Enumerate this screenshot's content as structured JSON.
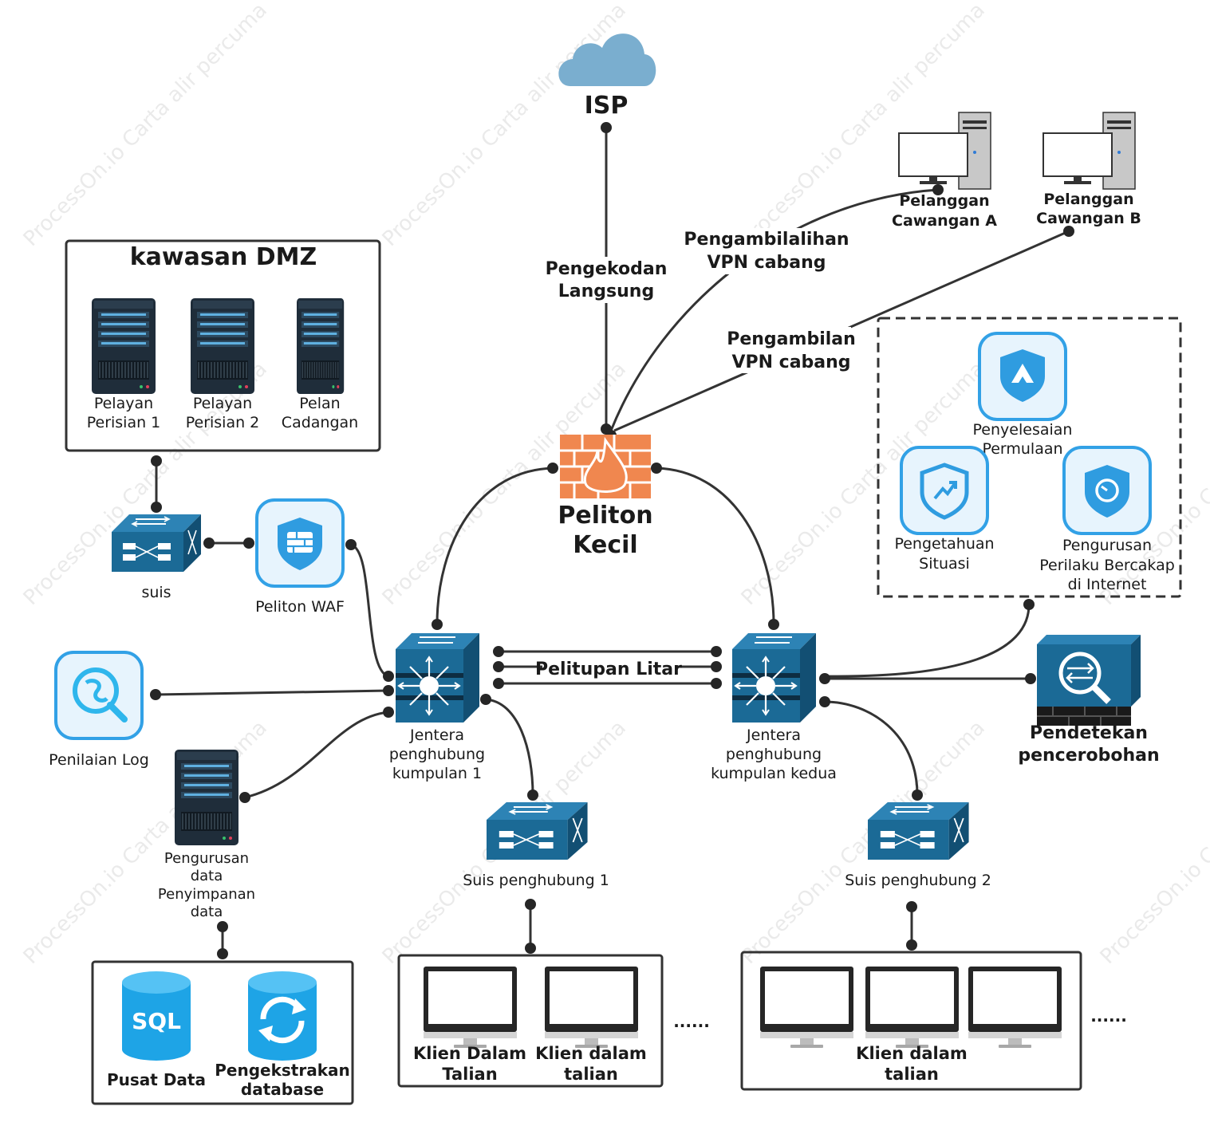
{
  "title": "",
  "watermark": "ProcessOn.io Carta alir percuma",
  "colors": {
    "accent_blue": "#1b6a96",
    "cloud": "#7aaecf",
    "firewall": "#f0874f",
    "security_blue": "#2f9ce0",
    "line": "#333333"
  },
  "nodes": {
    "isp": {
      "label": "ISP",
      "icon": "cloud-icon"
    },
    "firewall": {
      "line1": "Peliton",
      "line2": "Kecil",
      "icon": "firewall-icon"
    },
    "branch_a": {
      "line1": "Pelanggan",
      "line2": "Cawangan A",
      "icon": "desktop-computer-icon"
    },
    "branch_b": {
      "line1": "Pelanggan",
      "line2": "Cawangan B",
      "icon": "desktop-computer-icon"
    },
    "dmz": {
      "title": "kawasan DMZ",
      "servers": [
        {
          "line1": "Pelayan",
          "line2": "Perisian 1"
        },
        {
          "line1": "Pelayan",
          "line2": "Perisian 2"
        },
        {
          "line1": "Pelan",
          "line2": "Cadangan"
        }
      ]
    },
    "dmz_switch": {
      "label": "suis",
      "icon": "switch-icon"
    },
    "waf": {
      "label": "Peliton WAF",
      "icon": "waf-shield-icon"
    },
    "security_group": {
      "items": [
        {
          "line1": "Penyelesaian",
          "line2": "Permulaan",
          "line3": "",
          "icon": "cloud-shield-icon"
        },
        {
          "line1": "Pengetahuan",
          "line2": "Situasi",
          "line3": "",
          "icon": "trend-shield-icon"
        },
        {
          "line1": "Pengurusan",
          "line2": "Perilaku Bercakap",
          "line3": "di Internet",
          "icon": "clock-shield-icon"
        }
      ]
    },
    "core1": {
      "line1": "Jentera",
      "line2": "penghubung",
      "line3": "kumpulan 1",
      "icon": "core-switch-icon"
    },
    "core2": {
      "line1": "Jentera",
      "line2": "penghubung",
      "line3": "kumpulan kedua",
      "icon": "core-switch-icon"
    },
    "ids": {
      "line1": "Pendetekan",
      "line2": "pencerobohan",
      "icon": "ids-icon"
    },
    "log": {
      "label": "Penilaian Log",
      "icon": "log-search-icon"
    },
    "storage": {
      "line1": "Pengurusan",
      "line2": "data",
      "line3": "Penyimpanan",
      "line4": "data",
      "icon": "server-icon"
    },
    "datacenter": {
      "sql_text": "SQL",
      "sql_label": "Pusat Data",
      "ext_line1": "Pengekstrakan",
      "ext_line2": "database"
    },
    "access1": {
      "label": "Suis penghubung 1",
      "icon": "switch-icon"
    },
    "access2": {
      "label": "Suis penghubung 2",
      "icon": "switch-icon"
    },
    "clients1": {
      "items": [
        {
          "line1": "Klien Dalam",
          "line2": "Talian"
        },
        {
          "line1": "Klien dalam",
          "line2": "talian"
        }
      ],
      "ellipsis": "......"
    },
    "clients2": {
      "line1": "Klien dalam",
      "line2": "talian",
      "ellipsis": "......"
    }
  },
  "edges": {
    "isp_fw": {
      "line1": "Pengekodan",
      "line2": "Langsung"
    },
    "vpn_a": {
      "line1": "Pengambilalihan",
      "line2": "VPN cabang"
    },
    "vpn_b": {
      "line1": "Pengambilan",
      "line2": "VPN cabang"
    },
    "stack": {
      "label": "Pelitupan Litar"
    }
  }
}
